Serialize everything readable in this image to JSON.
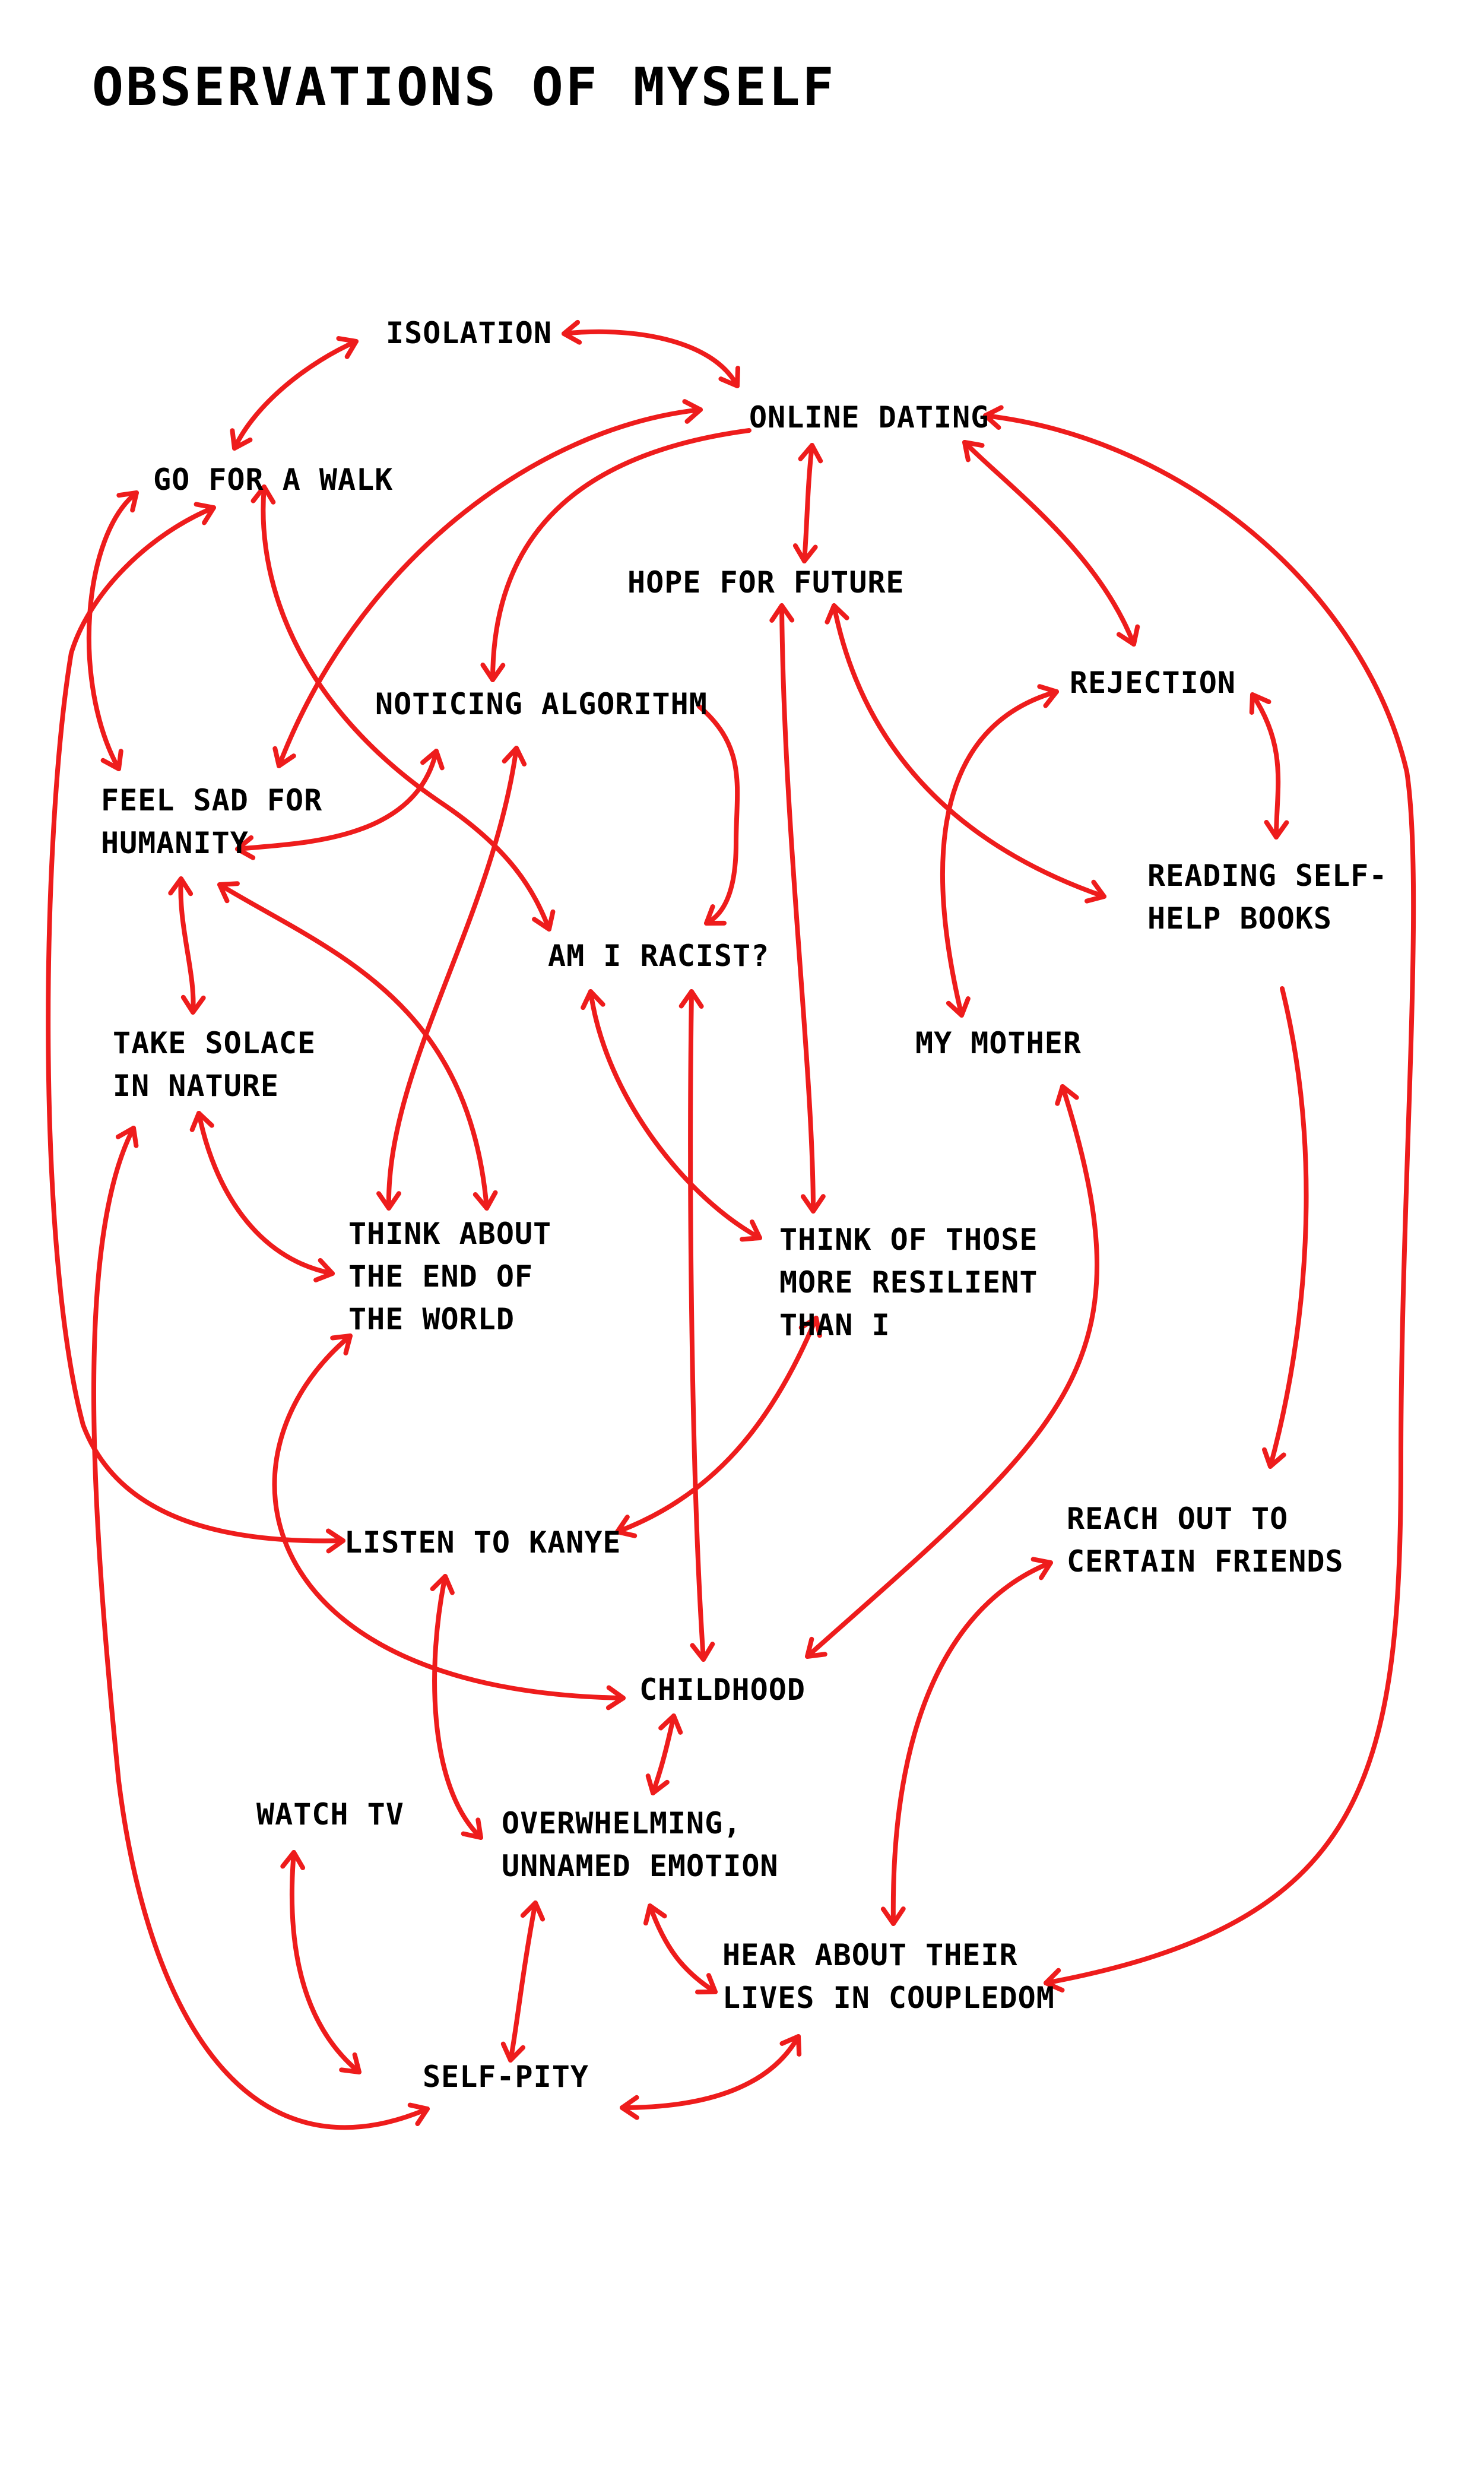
{
  "title": "OBSERVATIONS OF MYSELF",
  "colors": {
    "arrow": "#ee1c1c",
    "text": "#000000",
    "background": "#ffffff"
  },
  "nodes": [
    {
      "id": "isolation",
      "lines": [
        "ISOLATION"
      ]
    },
    {
      "id": "online-dating",
      "lines": [
        "ONLINE DATING"
      ]
    },
    {
      "id": "go-for-a-walk",
      "lines": [
        "GO FOR A WALK"
      ]
    },
    {
      "id": "hope-for-future",
      "lines": [
        "HOPE FOR FUTURE"
      ]
    },
    {
      "id": "noticing-algorithm",
      "lines": [
        "NOTICING ALGORITHM"
      ]
    },
    {
      "id": "rejection",
      "lines": [
        "REJECTION"
      ]
    },
    {
      "id": "feel-sad-for-humanity",
      "lines": [
        "FEEL SAD FOR",
        "HUMANITY"
      ]
    },
    {
      "id": "reading-self-help-books",
      "lines": [
        "READING SELF-",
        "HELP BOOKS"
      ]
    },
    {
      "id": "am-i-racist",
      "lines": [
        "AM I RACIST?"
      ]
    },
    {
      "id": "take-solace-in-nature",
      "lines": [
        "TAKE SOLACE",
        "IN NATURE"
      ]
    },
    {
      "id": "my-mother",
      "lines": [
        "MY MOTHER"
      ]
    },
    {
      "id": "think-about-the-end-of-the-world",
      "lines": [
        "THINK ABOUT",
        "THE END OF",
        "THE WORLD"
      ]
    },
    {
      "id": "think-of-those-more-resilient",
      "lines": [
        "THINK OF THOSE",
        "MORE RESILIENT",
        "THAN I"
      ]
    },
    {
      "id": "reach-out-to-certain-friends",
      "lines": [
        "REACH OUT TO",
        "CERTAIN FRIENDS"
      ]
    },
    {
      "id": "listen-to-kanye",
      "lines": [
        "LISTEN TO KANYE"
      ]
    },
    {
      "id": "childhood",
      "lines": [
        "CHILDHOOD"
      ]
    },
    {
      "id": "watch-tv",
      "lines": [
        "WATCH TV"
      ]
    },
    {
      "id": "overwhelming-unnamed-emotion",
      "lines": [
        "OVERWHELMING,",
        "UNNAMED EMOTION"
      ]
    },
    {
      "id": "hear-about-their-lives",
      "lines": [
        "HEAR ABOUT THEIR",
        "LIVES IN COUPLEDOM"
      ]
    },
    {
      "id": "self-pity",
      "lines": [
        "SELF-PITY"
      ]
    }
  ],
  "edges": [
    {
      "from": "isolation",
      "to": "online-dating",
      "start_arrow": true,
      "end_arrow": true
    },
    {
      "from": "isolation",
      "to": "go-for-a-walk",
      "start_arrow": true,
      "end_arrow": true
    },
    {
      "from": "online-dating",
      "to": "feel-sad-for-humanity",
      "start_arrow": true,
      "end_arrow": true
    },
    {
      "from": "online-dating",
      "to": "noticing-algorithm",
      "start_arrow": false,
      "end_arrow": true
    },
    {
      "from": "online-dating",
      "to": "hope-for-future",
      "start_arrow": true,
      "end_arrow": true
    },
    {
      "from": "online-dating",
      "to": "rejection",
      "start_arrow": true,
      "end_arrow": true
    },
    {
      "from": "online-dating",
      "to": "hear-about-their-lives",
      "start_arrow": true,
      "end_arrow": true
    },
    {
      "from": "go-for-a-walk",
      "to": "feel-sad-for-humanity",
      "start_arrow": true,
      "end_arrow": true
    },
    {
      "from": "go-for-a-walk",
      "to": "am-i-racist",
      "start_arrow": true,
      "end_arrow": true
    },
    {
      "from": "go-for-a-walk",
      "to": "listen-to-kanye",
      "start_arrow": true,
      "end_arrow": true
    },
    {
      "from": "noticing-algorithm",
      "to": "feel-sad-for-humanity",
      "start_arrow": true,
      "end_arrow": true
    },
    {
      "from": "noticing-algorithm",
      "to": "am-i-racist",
      "start_arrow": false,
      "end_arrow": true
    },
    {
      "from": "noticing-algorithm",
      "to": "think-about-the-end-of-the-world",
      "start_arrow": true,
      "end_arrow": true
    },
    {
      "from": "feel-sad-for-humanity",
      "to": "take-solace-in-nature",
      "start_arrow": true,
      "end_arrow": true
    },
    {
      "from": "feel-sad-for-humanity",
      "to": "think-about-the-end-of-the-world",
      "start_arrow": true,
      "end_arrow": true
    },
    {
      "from": "hope-for-future",
      "to": "think-of-those-more-resilient",
      "start_arrow": true,
      "end_arrow": true
    },
    {
      "from": "hope-for-future",
      "to": "reading-self-help-books",
      "start_arrow": true,
      "end_arrow": true
    },
    {
      "from": "rejection",
      "to": "my-mother",
      "start_arrow": true,
      "end_arrow": true
    },
    {
      "from": "rejection",
      "to": "reading-self-help-books",
      "start_arrow": true,
      "end_arrow": true
    },
    {
      "from": "reading-self-help-books",
      "to": "reach-out-to-certain-friends",
      "start_arrow": false,
      "end_arrow": true
    },
    {
      "from": "am-i-racist",
      "to": "think-of-those-more-resilient",
      "start_arrow": true,
      "end_arrow": true
    },
    {
      "from": "am-i-racist",
      "to": "childhood",
      "start_arrow": true,
      "end_arrow": true
    },
    {
      "from": "take-solace-in-nature",
      "to": "think-about-the-end-of-the-world",
      "start_arrow": true,
      "end_arrow": true
    },
    {
      "from": "take-solace-in-nature",
      "to": "self-pity",
      "start_arrow": true,
      "end_arrow": true
    },
    {
      "from": "think-about-the-end-of-the-world",
      "to": "childhood",
      "start_arrow": true,
      "end_arrow": true
    },
    {
      "from": "think-of-those-more-resilient",
      "to": "listen-to-kanye",
      "start_arrow": true,
      "end_arrow": true
    },
    {
      "from": "my-mother",
      "to": "childhood",
      "start_arrow": true,
      "end_arrow": true
    },
    {
      "from": "listen-to-kanye",
      "to": "overwhelming-unnamed-emotion",
      "start_arrow": true,
      "end_arrow": true
    },
    {
      "from": "childhood",
      "to": "overwhelming-unnamed-emotion",
      "start_arrow": true,
      "end_arrow": true
    },
    {
      "from": "reach-out-to-certain-friends",
      "to": "hear-about-their-lives",
      "start_arrow": true,
      "end_arrow": true
    },
    {
      "from": "watch-tv",
      "to": "self-pity",
      "start_arrow": true,
      "end_arrow": true
    },
    {
      "from": "overwhelming-unnamed-emotion",
      "to": "self-pity",
      "start_arrow": true,
      "end_arrow": true
    },
    {
      "from": "overwhelming-unnamed-emotion",
      "to": "hear-about-their-lives",
      "start_arrow": true,
      "end_arrow": true
    },
    {
      "from": "hear-about-their-lives",
      "to": "self-pity",
      "start_arrow": true,
      "end_arrow": true
    }
  ]
}
